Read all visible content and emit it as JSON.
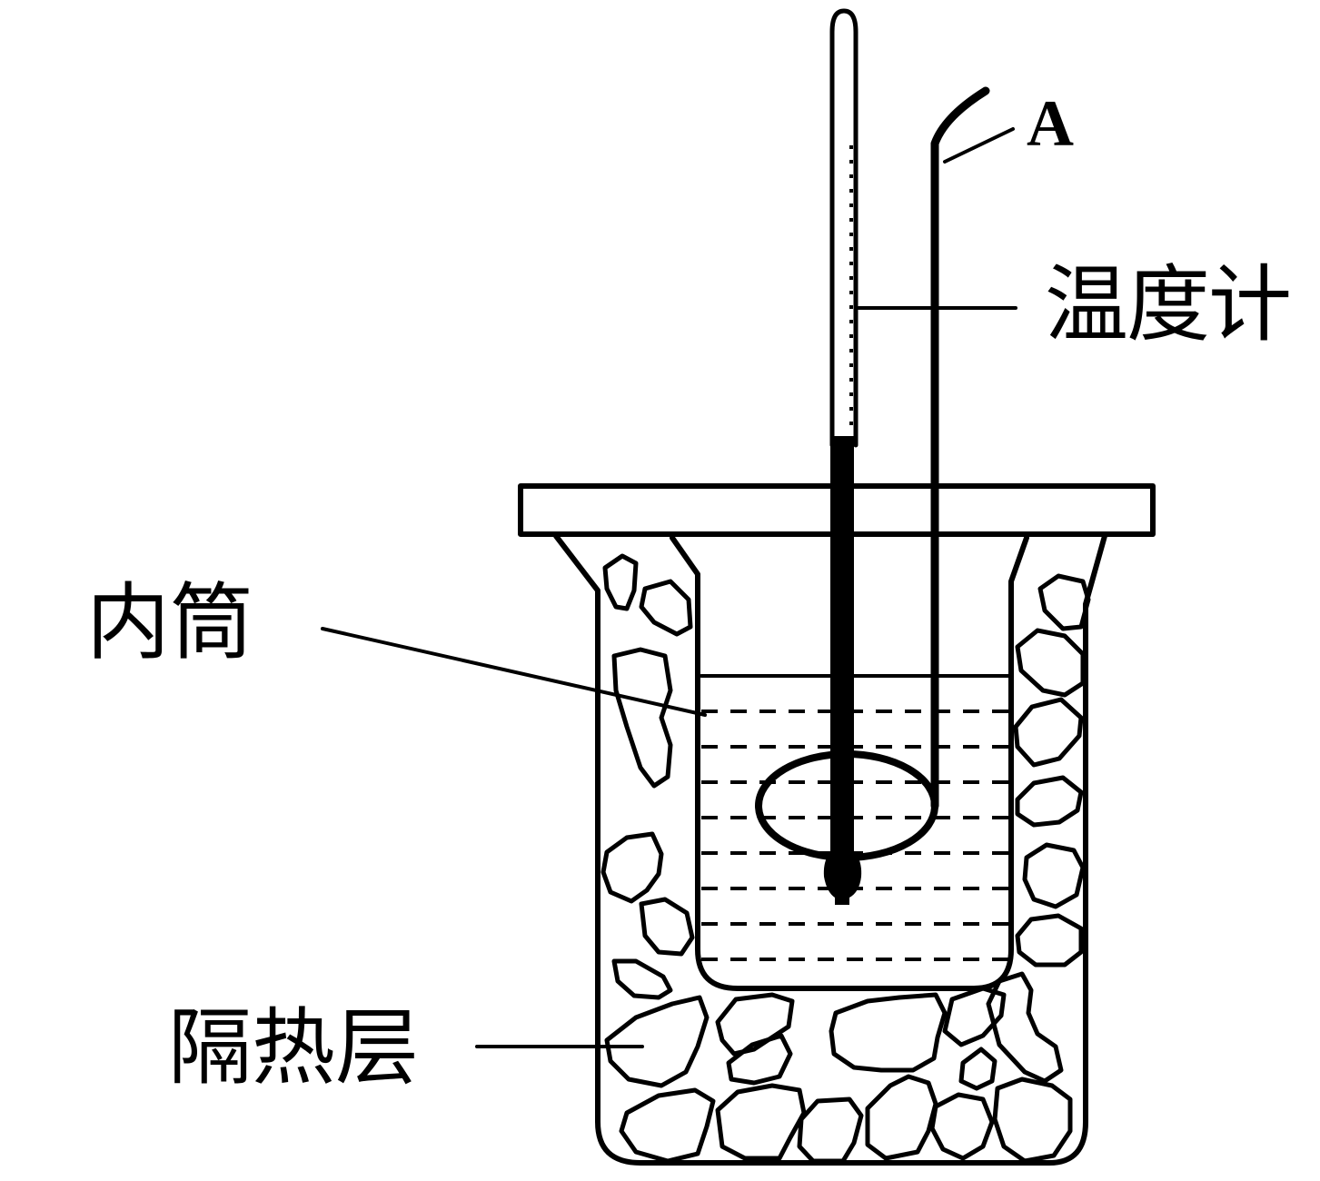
{
  "labels": {
    "stirrer": "A",
    "thermometer": "温度计",
    "inner_cylinder": "内筒",
    "insulation_layer": "隔热层"
  },
  "colors": {
    "stroke": "#000000",
    "background": "#ffffff"
  }
}
